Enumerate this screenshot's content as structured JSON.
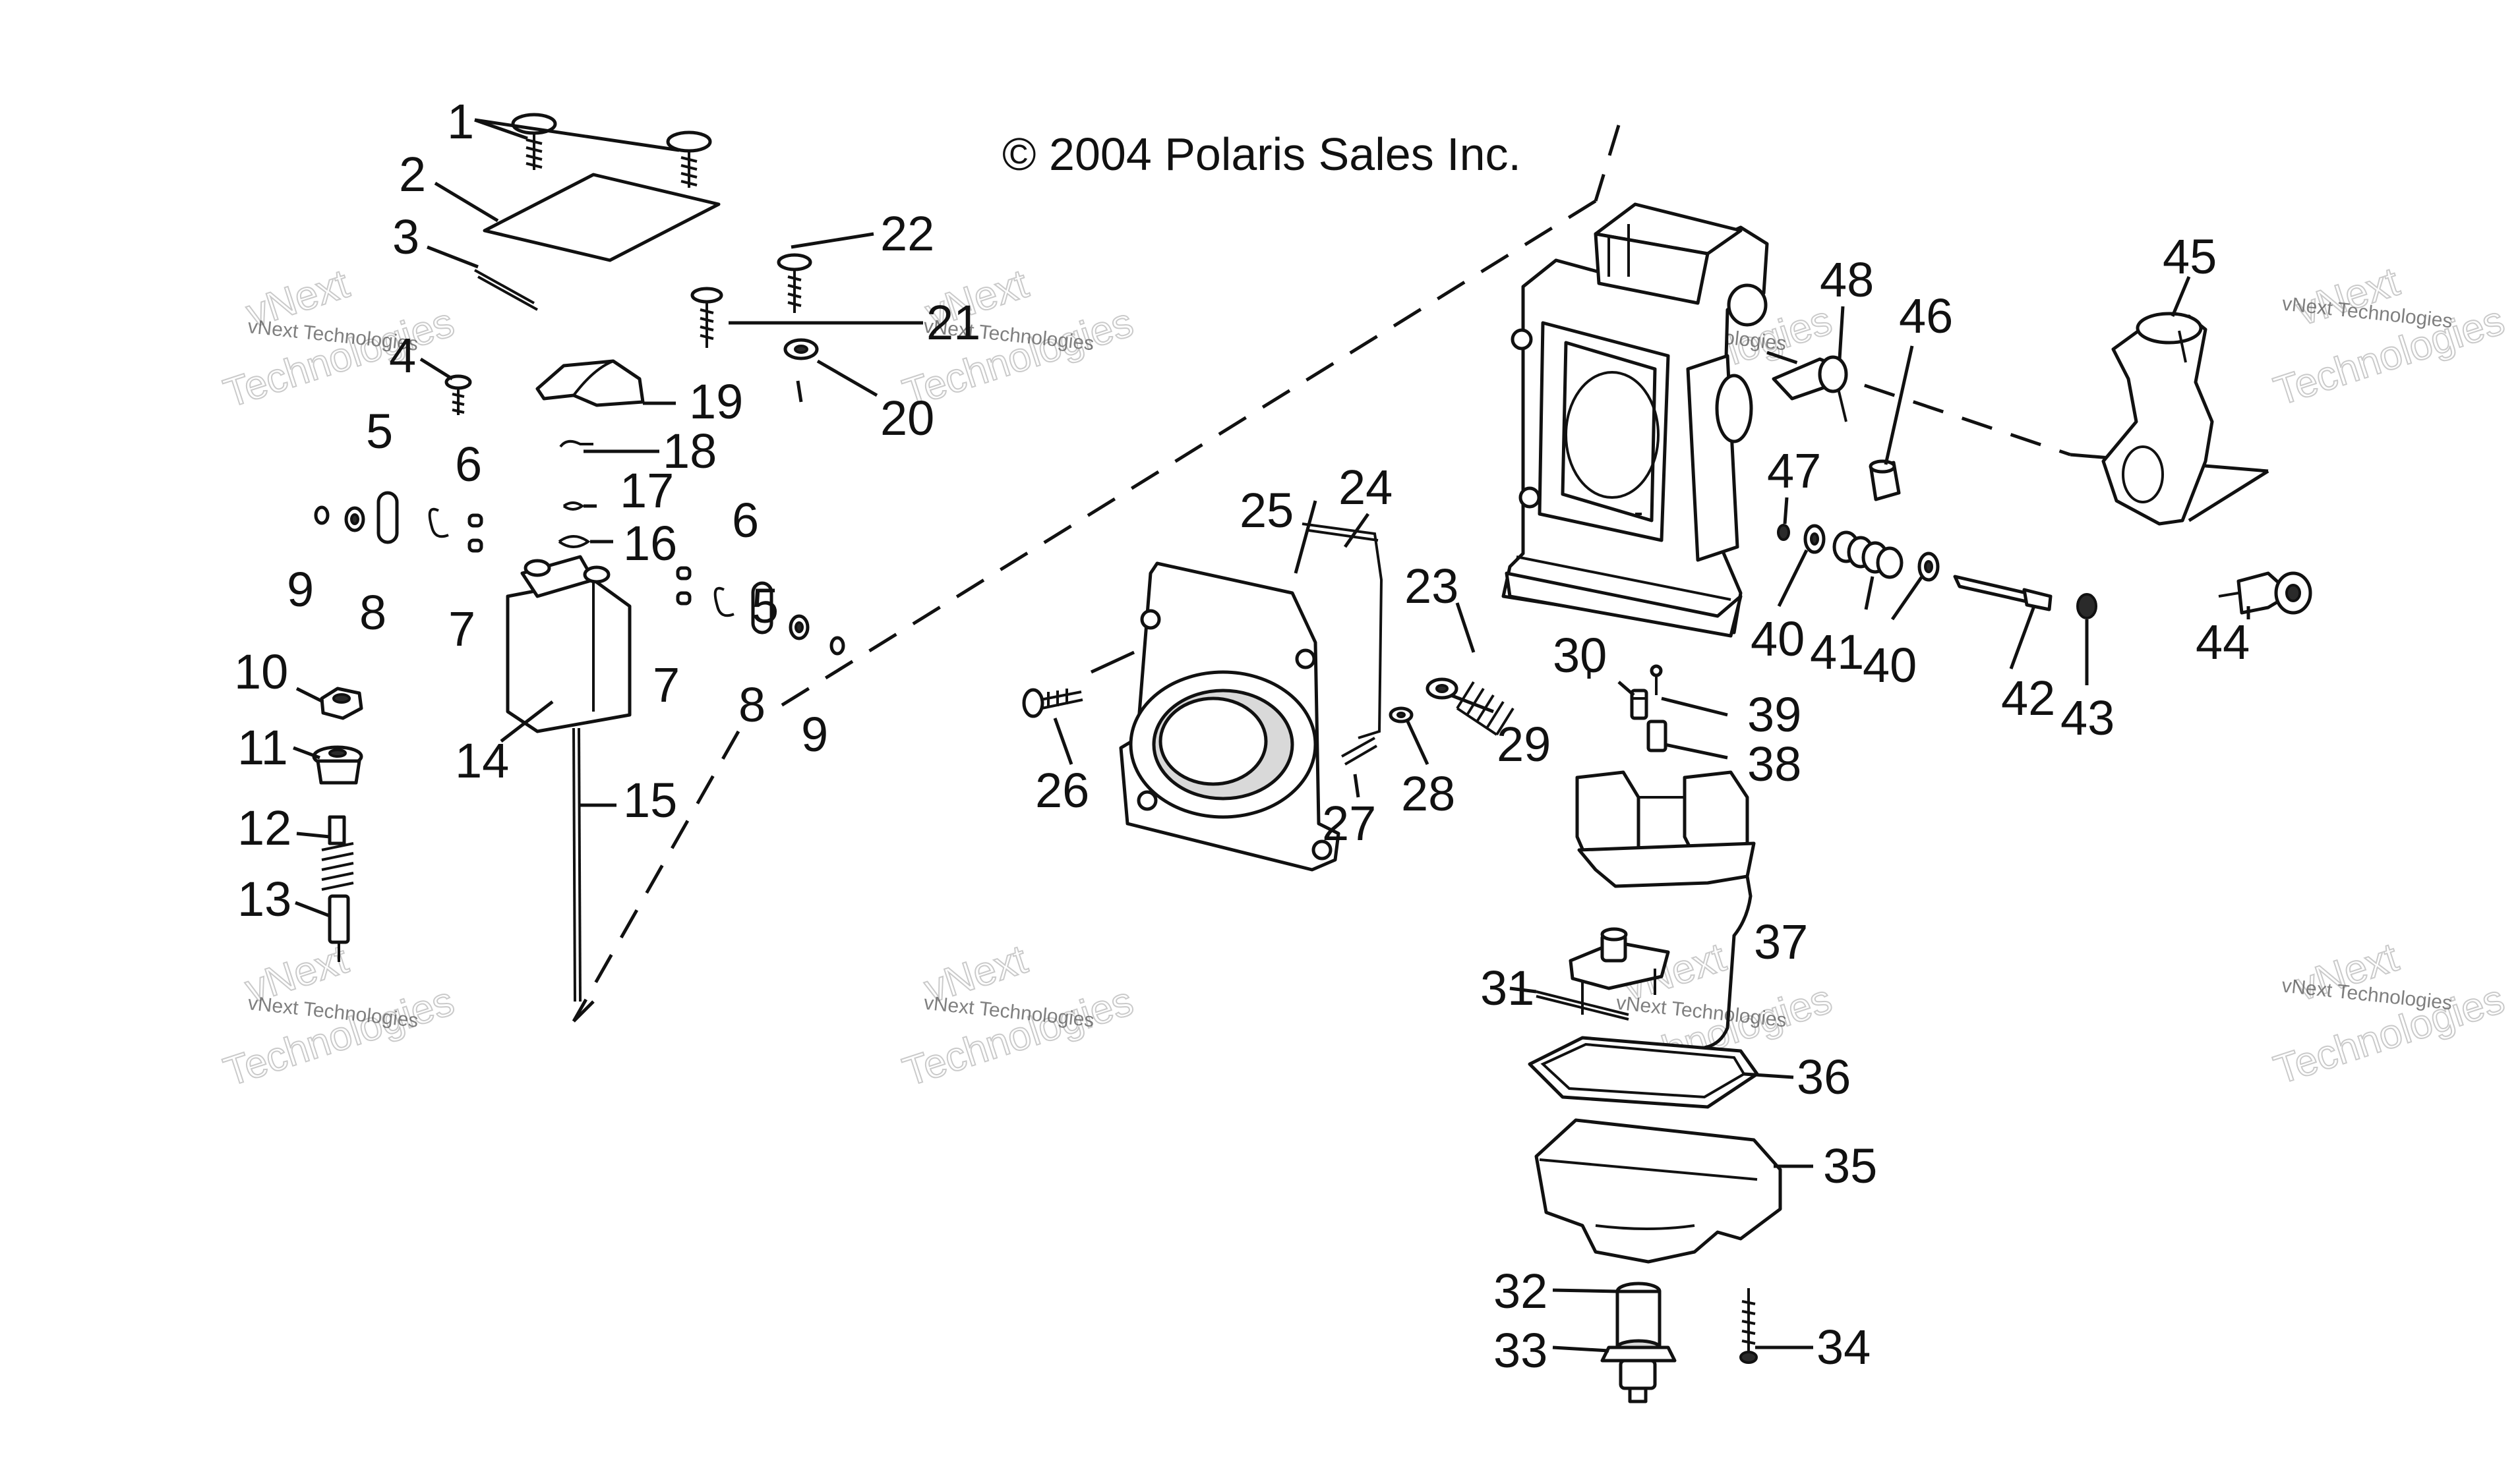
{
  "copyright": "© 2004 Polaris Sales Inc.",
  "watermark": {
    "company": "vNext Technologies",
    "word1": "vNext",
    "word2": "Technologies"
  },
  "callouts": [
    "1",
    "2",
    "3",
    "4",
    "5",
    "6",
    "7",
    "8",
    "9",
    "10",
    "11",
    "12",
    "13",
    "14",
    "15",
    "16",
    "17",
    "18",
    "19",
    "20",
    "21",
    "22",
    "23",
    "24",
    "25",
    "26",
    "27",
    "28",
    "29",
    "30",
    "31",
    "32",
    "33",
    "34",
    "35",
    "36",
    "37",
    "38",
    "39",
    "40",
    "41",
    "42",
    "43",
    "44",
    "45",
    "46",
    "47",
    "48"
  ],
  "colors": {
    "line": "#111111",
    "background": "#ffffff",
    "watermark": "#b5b5b5"
  }
}
